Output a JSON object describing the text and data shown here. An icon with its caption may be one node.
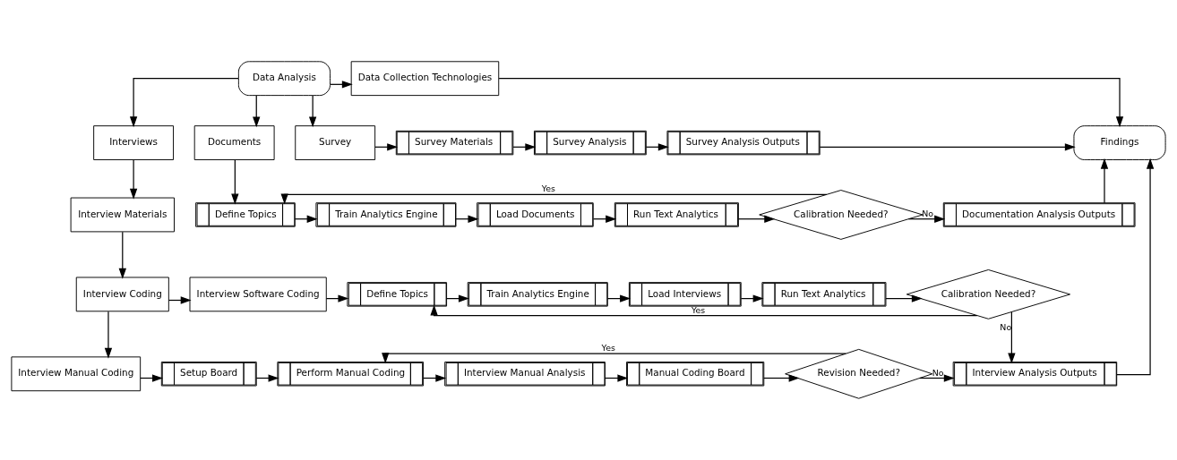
{
  "diagram": {
    "nodes": [
      {
        "text": [
          "Data Analysis"
        ]
      },
      {
        "text": [
          "Data Collection Technologies"
        ]
      },
      {
        "text": [
          "Interviews"
        ]
      },
      {
        "text": [
          "Documents"
        ]
      },
      {
        "text": [
          "Survey"
        ]
      },
      {
        "text": [
          "Survey Materials"
        ]
      },
      {
        "text": [
          "Survey Analysis"
        ]
      },
      {
        "text": [
          "Survey Analysis Outputs"
        ]
      },
      {
        "text": [
          "Findings"
        ]
      },
      {
        "text": [
          "Interview Materials"
        ]
      },
      {
        "text": [
          "Define Topics"
        ]
      },
      {
        "text": [
          "Train Analytics Engine"
        ]
      },
      {
        "text": [
          "Load Documents"
        ]
      },
      {
        "text": [
          "Run Text Analytics"
        ]
      },
      {
        "text": [
          "Calibration Needed?"
        ]
      },
      {
        "text": [
          "Documentation Analysis Outputs"
        ]
      },
      {
        "text": [
          "Interview Coding"
        ]
      },
      {
        "text": [
          "Interview Software Coding"
        ]
      },
      {
        "text": [
          "Define Topics"
        ]
      },
      {
        "text": [
          "Train Analytics Engine"
        ]
      },
      {
        "text": [
          "Load Interviews"
        ]
      },
      {
        "text": [
          "Run Text Analytics"
        ]
      },
      {
        "text": [
          "Calibration Needed?"
        ]
      },
      {
        "text": [
          "Interview Manual Coding"
        ]
      },
      {
        "text": [
          "Setup Board"
        ]
      },
      {
        "text": [
          "Perform Manual Coding"
        ]
      },
      {
        "text": [
          "Interview Manual Analysis"
        ]
      },
      {
        "text": [
          "Manual Coding Board"
        ]
      },
      {
        "text": [
          "Revision Needed?"
        ]
      },
      {
        "text": [
          "Interview Analysis Outputs"
        ]
      }
    ],
    "edges": [
      {
        "from": 0,
        "to": 1,
        "arrow": "to"
      },
      {
        "from": 0,
        "to": 2,
        "arrow": "to"
      },
      {
        "from": 0,
        "to": 3,
        "arrow": "to"
      },
      {
        "from": 0,
        "to": 4,
        "arrow": "to"
      },
      {
        "from": 1,
        "to": 8,
        "arrow": "to"
      },
      {
        "from": 4,
        "to": 5,
        "arrow": "to"
      },
      {
        "from": 5,
        "to": 6,
        "arrow": "to"
      },
      {
        "from": 6,
        "to": 7,
        "arrow": "to"
      },
      {
        "from": 7,
        "to": 8,
        "arrow": "to"
      },
      {
        "from": 2,
        "to": 9,
        "arrow": "to"
      },
      {
        "from": 3,
        "to": 10,
        "arrow": "to"
      },
      {
        "from": 10,
        "to": 11,
        "arrow": "to"
      },
      {
        "from": 11,
        "to": 12,
        "arrow": "to"
      },
      {
        "from": 12,
        "to": 13,
        "arrow": "to"
      },
      {
        "from": 13,
        "to": 14,
        "arrow": "to"
      },
      {
        "from": 14,
        "to": 15,
        "arrow": "to",
        "label": "No"
      },
      {
        "from": 14,
        "to": 10,
        "arrow": "to",
        "label": "Yes"
      },
      {
        "from": 15,
        "to": 8,
        "arrow": "to"
      },
      {
        "from": 9,
        "to": 16,
        "arrow": "to"
      },
      {
        "from": 16,
        "to": 17,
        "arrow": "to"
      },
      {
        "from": 17,
        "to": 18,
        "arrow": "to"
      },
      {
        "from": 18,
        "to": 19,
        "arrow": "to"
      },
      {
        "from": 19,
        "to": 20,
        "arrow": "to"
      },
      {
        "from": 20,
        "to": 21,
        "arrow": "to"
      },
      {
        "from": 21,
        "to": 22,
        "arrow": "to"
      },
      {
        "from": 22,
        "to": 29,
        "arrow": "to",
        "label": "No"
      },
      {
        "from": 22,
        "to": 18,
        "arrow": "to",
        "label": "Yes"
      },
      {
        "from": 16,
        "to": 23,
        "arrow": "to"
      },
      {
        "from": 23,
        "to": 24,
        "arrow": "to"
      },
      {
        "from": 24,
        "to": 25,
        "arrow": "to"
      },
      {
        "from": 25,
        "to": 26,
        "arrow": "to"
      },
      {
        "from": 26,
        "to": 27,
        "arrow": "to"
      },
      {
        "from": 27,
        "to": 28,
        "arrow": "to"
      },
      {
        "from": 28,
        "to": 29,
        "arrow": "to",
        "label": "No"
      },
      {
        "from": 28,
        "to": 25,
        "arrow": "to",
        "label": "Yes"
      },
      {
        "from": 29,
        "to": 8,
        "arrow": "to"
      }
    ]
  }
}
